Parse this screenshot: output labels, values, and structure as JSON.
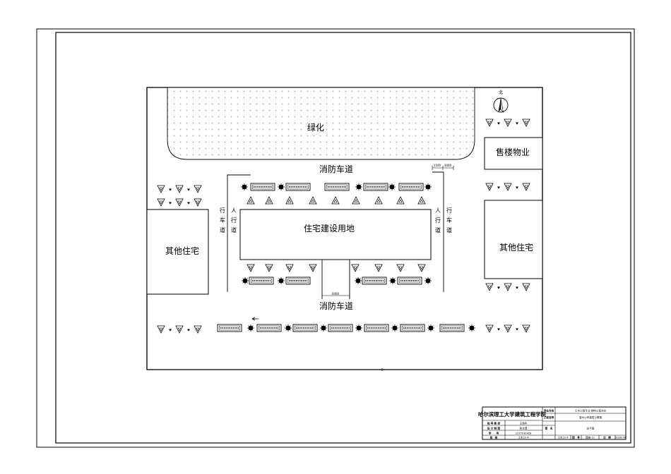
{
  "plan": {
    "greenery_label": "绿化",
    "fire_lane_label_top": "消防车道",
    "fire_lane_label_bottom": "消防车道",
    "site_label": "住宅建设用地",
    "left_other_label": "其他住宅",
    "right_other_label": "其他住宅",
    "sales_office_label": "售楼物业",
    "north_label": "北",
    "left_lanes": {
      "drive": "行车道",
      "walk": "人行道"
    },
    "right_lanes": {
      "walk": "人行道",
      "drive": "行车道"
    },
    "dim_small_a": "1500",
    "dim_small_b": "3000",
    "dim_entrance": "6000"
  },
  "title_block": {
    "school": "哈尔滨理工大学建筑工程学院",
    "major_label": "专业方向",
    "major_value": "土木工程专业 结构工程方向",
    "project_label": "工程名称",
    "project_value": "温州公司高层公寓楼",
    "drawing_label": "图　名",
    "drawing_value": "总平面",
    "advisor_label": "指 导 教 师",
    "advisor_value": "王晓冬",
    "designer_label": "设 计 制 图",
    "designer_value": "陈文博",
    "student_id_label": "学　　号",
    "student_id_value": "2215030428",
    "class_label": "班　级",
    "class_value": "土木22-4",
    "sheet_label": "图　号",
    "sheet_value": "建施-11",
    "date_label": "日　期",
    "date_value": "2026.06"
  }
}
